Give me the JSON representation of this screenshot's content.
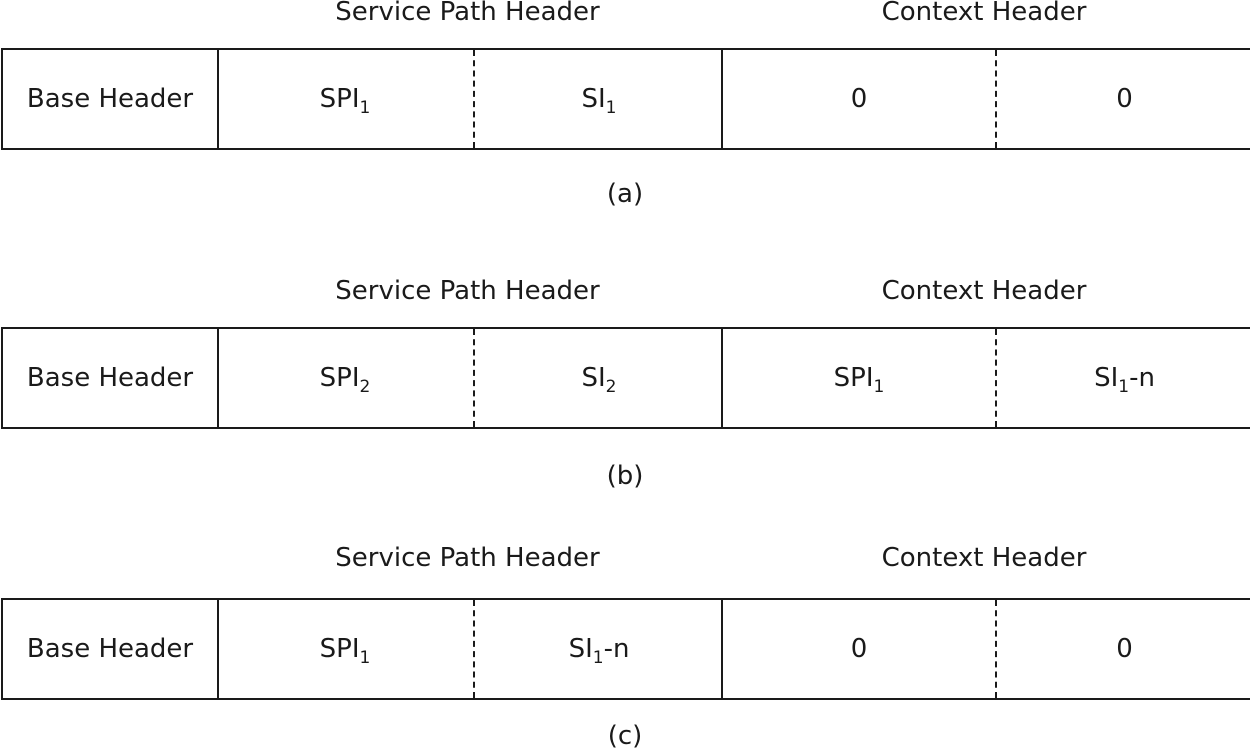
{
  "panels": [
    {
      "service_path_header_label": "Service Path Header",
      "context_header_label": "Context Header",
      "base_header": "Base Header",
      "spi": {
        "prefix": "SPI",
        "sub": "1",
        "suffix": ""
      },
      "si": {
        "prefix": "SI",
        "sub": "1",
        "suffix": ""
      },
      "ctx1": {
        "prefix": "0",
        "sub": "",
        "suffix": ""
      },
      "ctx2": {
        "prefix": "0",
        "sub": "",
        "suffix": ""
      },
      "caption": "(a)"
    },
    {
      "service_path_header_label": "Service Path Header",
      "context_header_label": "Context Header",
      "base_header": "Base Header",
      "spi": {
        "prefix": "SPI",
        "sub": "2",
        "suffix": ""
      },
      "si": {
        "prefix": "SI",
        "sub": "2",
        "suffix": ""
      },
      "ctx1": {
        "prefix": "SPI",
        "sub": "1",
        "suffix": ""
      },
      "ctx2": {
        "prefix": "SI",
        "sub": "1",
        "suffix": "-n"
      },
      "caption": "(b)"
    },
    {
      "service_path_header_label": "Service Path Header",
      "context_header_label": "Context Header",
      "base_header": "Base Header",
      "spi": {
        "prefix": "SPI",
        "sub": "1",
        "suffix": ""
      },
      "si": {
        "prefix": "SI",
        "sub": "1",
        "suffix": "-n"
      },
      "ctx1": {
        "prefix": "0",
        "sub": "",
        "suffix": ""
      },
      "ctx2": {
        "prefix": "0",
        "sub": "",
        "suffix": ""
      },
      "caption": "(c)"
    }
  ]
}
